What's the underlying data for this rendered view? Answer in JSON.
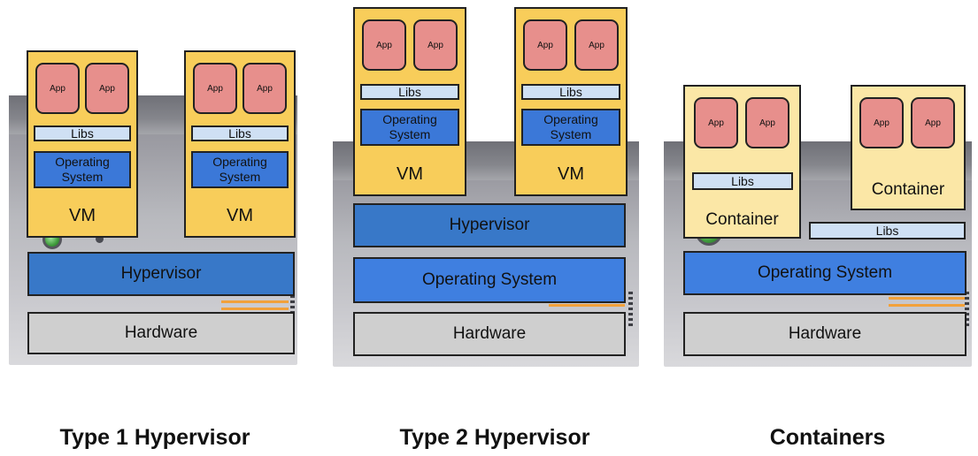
{
  "panels": {
    "type1": {
      "caption": "Type 1 Hypervisor",
      "vms": [
        {
          "apps": [
            "App",
            "App"
          ],
          "libs": "Libs",
          "os": "Operating System",
          "label": "VM"
        },
        {
          "apps": [
            "App",
            "App"
          ],
          "libs": "Libs",
          "os": "Operating System",
          "label": "VM"
        }
      ],
      "hypervisor": "Hypervisor",
      "hardware": "Hardware"
    },
    "type2": {
      "caption": "Type 2 Hypervisor",
      "vms": [
        {
          "apps": [
            "App",
            "App"
          ],
          "libs": "Libs",
          "os": "Operating System",
          "label": "VM"
        },
        {
          "apps": [
            "App",
            "App"
          ],
          "libs": "Libs",
          "os": "Operating System",
          "label": "VM"
        }
      ],
      "hypervisor": "Hypervisor",
      "operating_system": "Operating System",
      "hardware": "Hardware"
    },
    "containers": {
      "caption": "Containers",
      "containers": [
        {
          "apps": [
            "App",
            "App"
          ],
          "libs": "Libs",
          "label": "Container"
        },
        {
          "apps": [
            "App",
            "App"
          ],
          "label": "Container"
        }
      ],
      "shared_libs": "Libs",
      "operating_system": "Operating System",
      "hardware": "Hardware"
    }
  },
  "colors": {
    "vm": "#f8cd5a",
    "container": "#fbe7a6",
    "app": "#e78f8c",
    "libs": "#cfe0f4",
    "os": "#3b78d8",
    "hypervisor": "#3878c8",
    "hardware": "#cfcfcf"
  }
}
